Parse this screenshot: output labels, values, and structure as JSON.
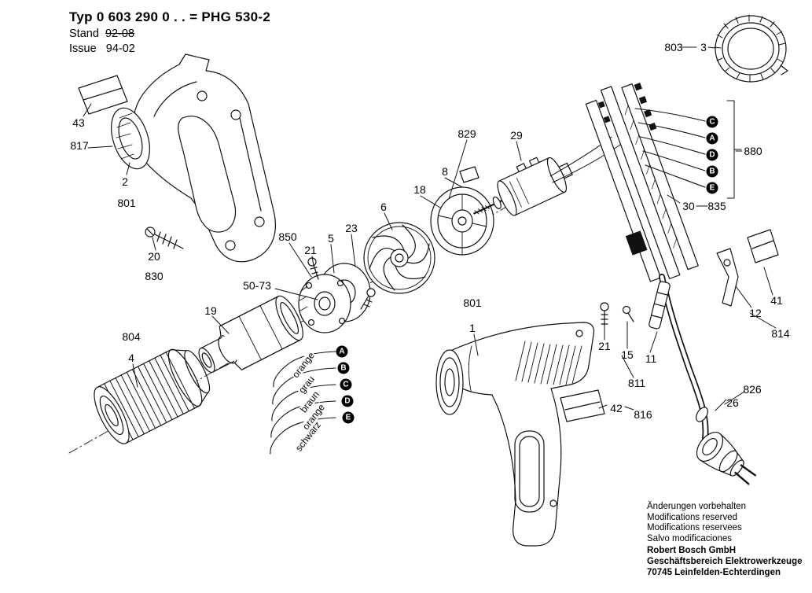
{
  "header": {
    "title": "Typ 0 603 290 0 . . = PHG 530-2",
    "stand_label": "Stand",
    "stand_value": "92-08",
    "issue_label": "Issue",
    "issue_value": "94-02"
  },
  "part_labels": [
    "803",
    "3",
    "43",
    "817",
    "2",
    "801",
    "20",
    "830",
    "850",
    "5",
    "23",
    "21",
    "50-73",
    "19",
    "829",
    "29",
    "8",
    "18",
    "6",
    "880",
    "30",
    "835",
    "804",
    "4",
    "801",
    "1",
    "41",
    "12",
    "814",
    "21",
    "15",
    "11",
    "811",
    "42",
    "816",
    "826",
    "26"
  ],
  "wire_labels": [
    "orange",
    "grau",
    "braun",
    "orange",
    "schwarz"
  ],
  "wire_letters_left": [
    "A",
    "B",
    "C",
    "D",
    "E"
  ],
  "wire_letters_right": [
    "C",
    "A",
    "D",
    "B",
    "E"
  ],
  "footer": {
    "notes": [
      "Änderungen vorbehalten",
      "Modifications reserved",
      "Modifications reservees",
      "Salvo modificaciones"
    ],
    "company": [
      "Robert Bosch GmbH",
      "Geschäftsbereich Elektrowerkzeuge",
      "70745 Leinfelden-Echterdingen"
    ]
  }
}
